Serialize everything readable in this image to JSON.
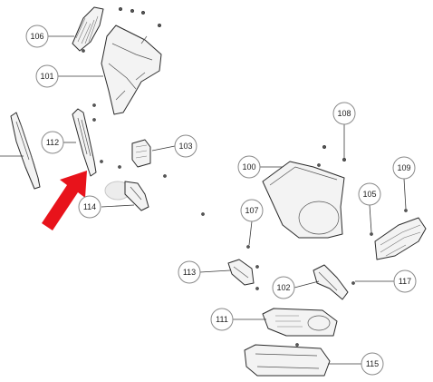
{
  "diagram": {
    "colors": {
      "line": "#2b2b2b",
      "bubble_border": "#8a8a8a",
      "arrow": "#e8131b"
    },
    "callouts": [
      {
        "id": "c106",
        "label": "106"
      },
      {
        "id": "c101",
        "label": "101"
      },
      {
        "id": "c112",
        "label": "112"
      },
      {
        "id": "c103",
        "label": "103"
      },
      {
        "id": "c114",
        "label": "114"
      },
      {
        "id": "c108",
        "label": "108"
      },
      {
        "id": "c100",
        "label": "100"
      },
      {
        "id": "c109",
        "label": "109"
      },
      {
        "id": "c105",
        "label": "105"
      },
      {
        "id": "c107",
        "label": "107"
      },
      {
        "id": "c113",
        "label": "113"
      },
      {
        "id": "c102",
        "label": "102"
      },
      {
        "id": "c117",
        "label": "117"
      },
      {
        "id": "c111",
        "label": "111"
      },
      {
        "id": "c115",
        "label": "115"
      }
    ]
  }
}
